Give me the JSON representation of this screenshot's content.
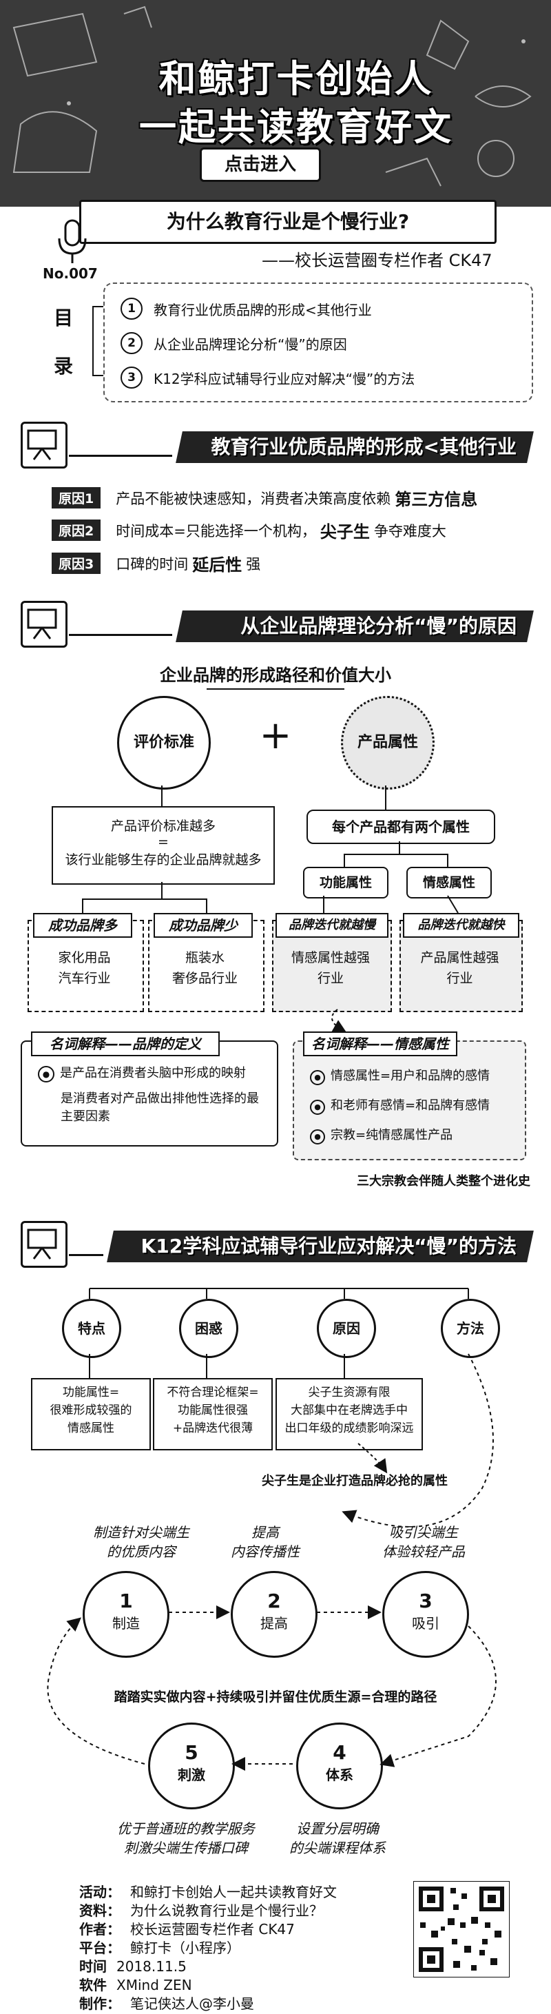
{
  "banner": {
    "title_line1": "和鲸打卡创始人",
    "title_line2": "一起共读教育好文",
    "enter_button": "点击进入"
  },
  "question": "为什么教育行业是个慢行业?",
  "author": "——校长运营圈专栏作者 CK47",
  "issue_no": "No.007",
  "toc": {
    "label_top": "目",
    "label_bottom": "录",
    "items": [
      {
        "num": "1",
        "text": "教育行业优质品牌的形成<其他行业"
      },
      {
        "num": "2",
        "text": "从企业品牌理论分析“慢”的原因"
      },
      {
        "num": "3",
        "text": "K12学科应试辅导行业应对解决“慢”的方法"
      }
    ]
  },
  "section1": {
    "title": "教育行业优质品牌的形成<其他行业",
    "reasons": [
      {
        "tag": "原因1",
        "text_a": "产品不能被快速感知，消费者决策高度依赖",
        "bold": "第三方信息",
        "text_b": ""
      },
      {
        "tag": "原因2",
        "text_a": "时间成本=只能选择一个机构，",
        "bold": "尖子生",
        "text_b": "争夺难度大"
      },
      {
        "tag": "原因3",
        "text_a": "口碑的时间",
        "bold": "延后性",
        "text_b": "强"
      }
    ]
  },
  "section2": {
    "title": "从企业品牌理论分析“慢”的原因",
    "subtitle": "企业品牌的形成路径和价值大小",
    "left_circle": "评价标准",
    "plus": "+",
    "right_circle": "产品属性",
    "left_box_line1": "产品评价标准越多",
    "left_box_eq": "=",
    "left_box_line2": "该行业能够生存的企业品牌就越多",
    "right_note": "每个产品都有两个属性",
    "attr_functional": "功能属性",
    "attr_emotional": "情感属性",
    "cards": [
      {
        "tag": "成功品牌多",
        "line1": "家化用品",
        "line2": "汽车行业"
      },
      {
        "tag": "成功品牌少",
        "line1": "瓶装水",
        "line2": "奢侈品行业"
      },
      {
        "tag": "品牌迭代就越慢",
        "line1": "情感属性越强",
        "line2": "行业"
      },
      {
        "tag": "品牌迭代就越快",
        "line1": "产品属性越强",
        "line2": "行业"
      }
    ],
    "def1": {
      "tag": "名词解释——品牌的定义",
      "items": [
        "是产品在消费者头脑中形成的映射",
        "是消费者对产品做出排他性选择的最主要因素"
      ]
    },
    "def2": {
      "tag": "名词解释——情感属性",
      "items": [
        "情感属性=用户和品牌的感情",
        "和老师有感情=和品牌有感情",
        "宗教=纯情感属性产品"
      ]
    },
    "religion_note": "三大宗教会伴随人类整个进化史"
  },
  "section3": {
    "title": "K12学科应试辅导行业应对解决“慢”的方法",
    "nodes": [
      "特点",
      "困惑",
      "原因",
      "方法"
    ],
    "boxes": [
      {
        "line1": "功能属性=",
        "line2": "很难形成较强的",
        "line3": "情感属性"
      },
      {
        "line1": "不符合理论框架=",
        "line2": "功能属性很强",
        "line3": "+品牌迭代很薄"
      },
      {
        "line1": "尖子生资源有限",
        "line2": "大部集中在老牌选手中",
        "line3": "出口年级的成绩影响深远"
      }
    ],
    "top_student_note": "尖子生是企业打造品牌必抢的属性",
    "cycle": [
      {
        "num": "1",
        "name": "制造",
        "caption_line1": "制造针对尖端生",
        "caption_line2": "的优质内容"
      },
      {
        "num": "2",
        "name": "提高",
        "caption_line1": "提高",
        "caption_line2": "内容传播性"
      },
      {
        "num": "3",
        "name": "吸引",
        "caption_line1": "吸引尖端生",
        "caption_line2": "体验较轻产品"
      },
      {
        "num": "4",
        "name": "体系",
        "caption_line1": "设置分层明确",
        "caption_line2": "的尖端课程体系"
      },
      {
        "num": "5",
        "name": "刺激",
        "caption_line1": "优于普通班的教学服务",
        "caption_line2": "刺激尖端生传播口碑"
      }
    ],
    "cycle_center": "踏踏实实做内容+持续吸引并留住优质生源=合理的路径"
  },
  "footer": [
    {
      "label": "活动：",
      "value": "和鲸打卡创始人一起共读教育好文"
    },
    {
      "label": "资料：",
      "value": "为什么说教育行业是个慢行业？"
    },
    {
      "label": "作者：",
      "value": "校长运营圈专栏作者 CK47"
    },
    {
      "label": "平台：",
      "value": "鲸打卡（小程序）"
    },
    {
      "label": "时间",
      "value": "2018.11.5"
    },
    {
      "label": "软件",
      "value": "XMind ZEN"
    },
    {
      "label": "制作：",
      "value": "笔记侠达人@李小曼"
    }
  ]
}
